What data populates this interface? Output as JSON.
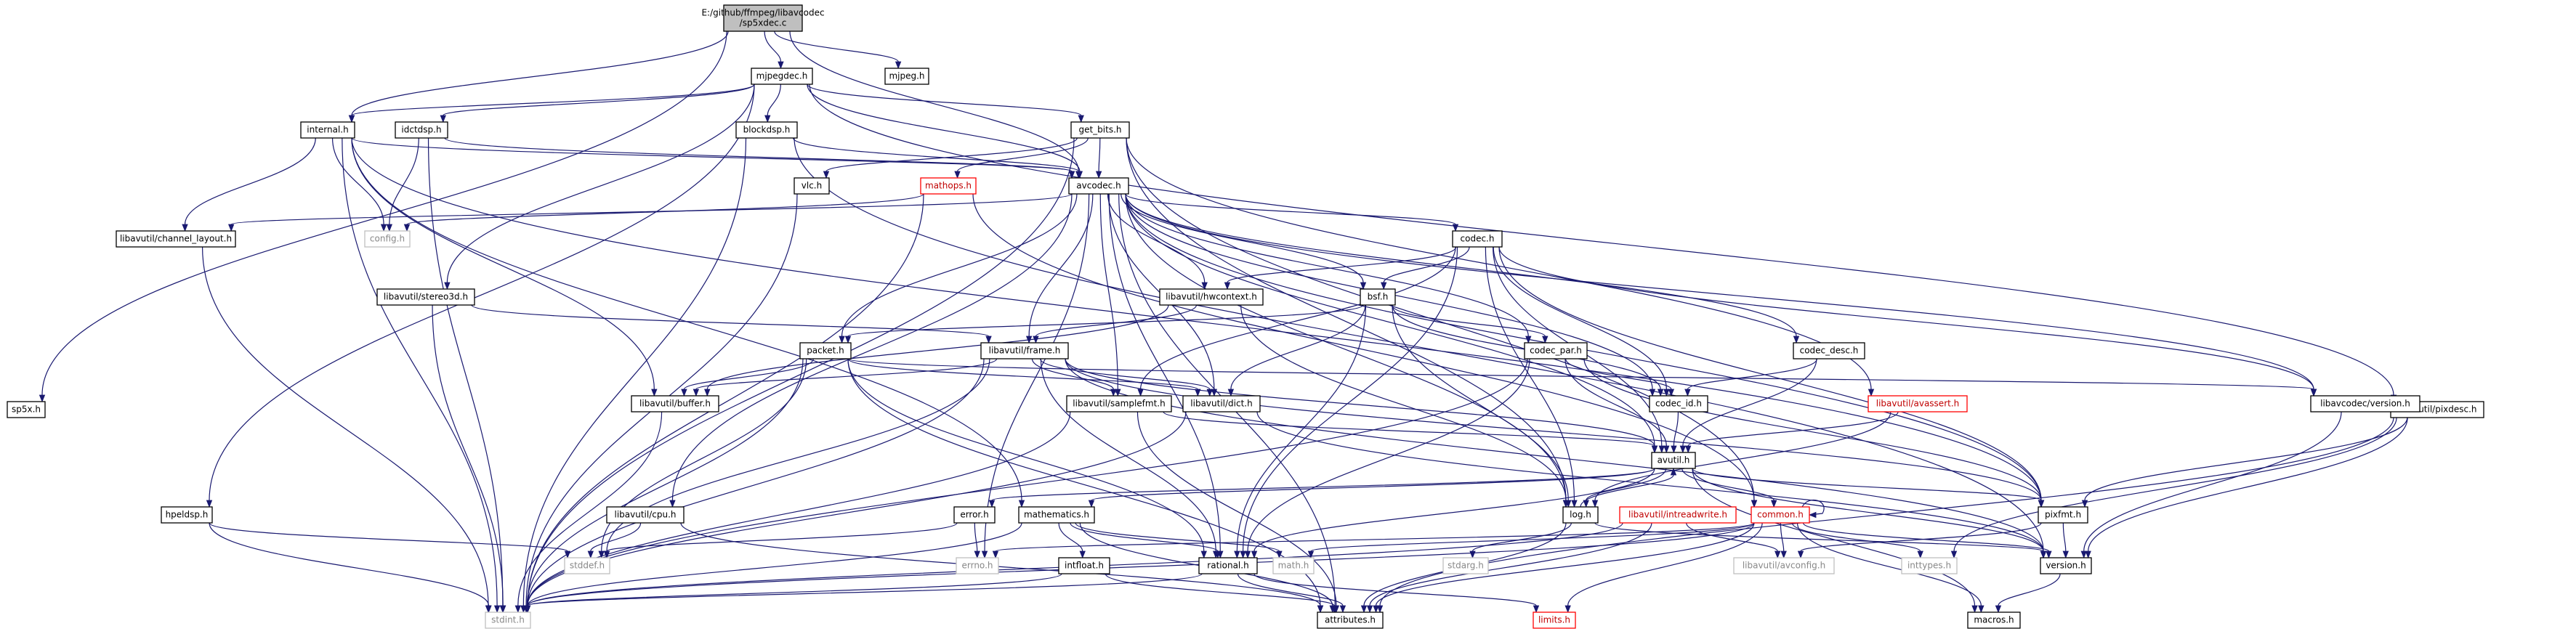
{
  "graph": {
    "root": "E:/github/ffmpeg/libavcodec/sp5xdec.c",
    "colors": {
      "edge": "#191970",
      "root_fill": "#bfbfbf",
      "regular_border": "#000000",
      "missing_border": "#bfbfbf",
      "has_deps_border": "#ff0000"
    },
    "nodes": [
      {
        "id": "root",
        "lines": [
          "E:/github/ffmpeg/libavcodec",
          "/sp5xdec.c"
        ],
        "kind": "root"
      },
      {
        "id": "mjpegdec_h",
        "lines": [
          "mjpegdec.h"
        ],
        "kind": "regular"
      },
      {
        "id": "mjpeg_h",
        "lines": [
          "mjpeg.h"
        ],
        "kind": "regular"
      },
      {
        "id": "sp5x_h",
        "lines": [
          "sp5x.h"
        ],
        "kind": "regular"
      },
      {
        "id": "internal_h",
        "lines": [
          "internal.h"
        ],
        "kind": "regular"
      },
      {
        "id": "idctdsp_h",
        "lines": [
          "idctdsp.h"
        ],
        "kind": "regular"
      },
      {
        "id": "blockdsp_h",
        "lines": [
          "blockdsp.h"
        ],
        "kind": "regular"
      },
      {
        "id": "get_bits_h",
        "lines": [
          "get_bits.h"
        ],
        "kind": "regular"
      },
      {
        "id": "libavutil_pixdesc_h",
        "lines": [
          "libavutil/pixdesc.h"
        ],
        "kind": "regular"
      },
      {
        "id": "vlc_h",
        "lines": [
          "vlc.h"
        ],
        "kind": "regular"
      },
      {
        "id": "mathops_h",
        "lines": [
          "mathops.h"
        ],
        "kind": "has-deps"
      },
      {
        "id": "avcodec_h",
        "lines": [
          "avcodec.h"
        ],
        "kind": "regular"
      },
      {
        "id": "config_h",
        "lines": [
          "config.h"
        ],
        "kind": "missing"
      },
      {
        "id": "libavutil_channel_layout_h",
        "lines": [
          "libavutil/channel_layout.h"
        ],
        "kind": "regular"
      },
      {
        "id": "codec_h",
        "lines": [
          "codec.h"
        ],
        "kind": "regular"
      },
      {
        "id": "libavutil_stereo3d_h",
        "lines": [
          "libavutil/stereo3d.h"
        ],
        "kind": "regular"
      },
      {
        "id": "libavutil_hwcontext_h",
        "lines": [
          "libavutil/hwcontext.h"
        ],
        "kind": "regular"
      },
      {
        "id": "bsf_h",
        "lines": [
          "bsf.h"
        ],
        "kind": "regular"
      },
      {
        "id": "packet_h",
        "lines": [
          "packet.h"
        ],
        "kind": "regular"
      },
      {
        "id": "libavutil_frame_h",
        "lines": [
          "libavutil/frame.h"
        ],
        "kind": "regular"
      },
      {
        "id": "codec_par_h",
        "lines": [
          "codec_par.h"
        ],
        "kind": "regular"
      },
      {
        "id": "codec_desc_h",
        "lines": [
          "codec_desc.h"
        ],
        "kind": "regular"
      },
      {
        "id": "libavutil_buffer_h",
        "lines": [
          "libavutil/buffer.h"
        ],
        "kind": "regular"
      },
      {
        "id": "libavutil_samplefmt_h",
        "lines": [
          "libavutil/samplefmt.h"
        ],
        "kind": "regular"
      },
      {
        "id": "libavutil_dict_h",
        "lines": [
          "libavutil/dict.h"
        ],
        "kind": "regular"
      },
      {
        "id": "codec_id_h",
        "lines": [
          "codec_id.h"
        ],
        "kind": "regular"
      },
      {
        "id": "libavcodec_version_h",
        "lines": [
          "libavcodec/version.h"
        ],
        "kind": "regular"
      },
      {
        "id": "libavutil_avassert_h",
        "lines": [
          "libavutil/avassert.h"
        ],
        "kind": "has-deps"
      },
      {
        "id": "avutil_h",
        "lines": [
          "avutil.h"
        ],
        "kind": "regular"
      },
      {
        "id": "hpeldsp_h",
        "lines": [
          "hpeldsp.h"
        ],
        "kind": "regular"
      },
      {
        "id": "libavutil_cpu_h",
        "lines": [
          "libavutil/cpu.h"
        ],
        "kind": "regular"
      },
      {
        "id": "error_h",
        "lines": [
          "error.h"
        ],
        "kind": "regular"
      },
      {
        "id": "mathematics_h",
        "lines": [
          "mathematics.h"
        ],
        "kind": "regular"
      },
      {
        "id": "log_h",
        "lines": [
          "log.h"
        ],
        "kind": "regular"
      },
      {
        "id": "libavutil_intreadwrite_h",
        "lines": [
          "libavutil/intreadwrite.h"
        ],
        "kind": "has-deps"
      },
      {
        "id": "common_h",
        "lines": [
          "common.h"
        ],
        "kind": "has-deps"
      },
      {
        "id": "pixfmt_h",
        "lines": [
          "pixfmt.h"
        ],
        "kind": "regular"
      },
      {
        "id": "stddef_h",
        "lines": [
          "stddef.h"
        ],
        "kind": "missing"
      },
      {
        "id": "errno_h",
        "lines": [
          "errno.h"
        ],
        "kind": "missing"
      },
      {
        "id": "intfloat_h",
        "lines": [
          "intfloat.h"
        ],
        "kind": "regular"
      },
      {
        "id": "rational_h",
        "lines": [
          "rational.h"
        ],
        "kind": "regular"
      },
      {
        "id": "math_h",
        "lines": [
          "math.h"
        ],
        "kind": "missing"
      },
      {
        "id": "stdarg_h",
        "lines": [
          "stdarg.h"
        ],
        "kind": "missing"
      },
      {
        "id": "libavutil_avconfig_h",
        "lines": [
          "libavutil/avconfig.h"
        ],
        "kind": "missing"
      },
      {
        "id": "inttypes_h",
        "lines": [
          "inttypes.h"
        ],
        "kind": "missing"
      },
      {
        "id": "version_h",
        "lines": [
          "version.h"
        ],
        "kind": "regular"
      },
      {
        "id": "stdint_h",
        "lines": [
          "stdint.h"
        ],
        "kind": "missing"
      },
      {
        "id": "attributes_h",
        "lines": [
          "attributes.h"
        ],
        "kind": "regular"
      },
      {
        "id": "limits_h",
        "lines": [
          "limits.h"
        ],
        "kind": "has-deps"
      },
      {
        "id": "macros_h",
        "lines": [
          "macros.h"
        ],
        "kind": "regular"
      }
    ],
    "edges": [
      [
        "root",
        "mjpegdec_h"
      ],
      [
        "root",
        "mjpeg_h"
      ],
      [
        "root",
        "sp5x_h"
      ],
      [
        "root",
        "internal_h"
      ],
      [
        "root",
        "avcodec_h"
      ],
      [
        "mjpegdec_h",
        "internal_h"
      ],
      [
        "mjpegdec_h",
        "idctdsp_h"
      ],
      [
        "mjpegdec_h",
        "blockdsp_h"
      ],
      [
        "mjpegdec_h",
        "get_bits_h"
      ],
      [
        "mjpegdec_h",
        "libavutil_pixdesc_h"
      ],
      [
        "mjpegdec_h",
        "avcodec_h"
      ],
      [
        "mjpegdec_h",
        "libavutil_stereo3d_h"
      ],
      [
        "mjpegdec_h",
        "hpeldsp_h"
      ],
      [
        "internal_h",
        "config_h"
      ],
      [
        "internal_h",
        "libavutil_channel_layout_h"
      ],
      [
        "internal_h",
        "avcodec_h"
      ],
      [
        "internal_h",
        "libavutil_buffer_h"
      ],
      [
        "internal_h",
        "mathematics_h"
      ],
      [
        "internal_h",
        "stdint_h"
      ],
      [
        "internal_h",
        "pixfmt_h"
      ],
      [
        "idctdsp_h",
        "config_h"
      ],
      [
        "idctdsp_h",
        "avcodec_h"
      ],
      [
        "idctdsp_h",
        "stdint_h"
      ],
      [
        "blockdsp_h",
        "avcodec_h"
      ],
      [
        "blockdsp_h",
        "version_h"
      ],
      [
        "blockdsp_h",
        "stdint_h"
      ],
      [
        "get_bits_h",
        "vlc_h"
      ],
      [
        "get_bits_h",
        "mathops_h"
      ],
      [
        "get_bits_h",
        "avcodec_h"
      ],
      [
        "get_bits_h",
        "stdint_h"
      ],
      [
        "get_bits_h",
        "libavutil_avassert_h"
      ],
      [
        "get_bits_h",
        "common_h"
      ],
      [
        "get_bits_h",
        "log_h"
      ],
      [
        "libavutil_pixdesc_h",
        "pixfmt_h"
      ],
      [
        "libavutil_pixdesc_h",
        "version_h"
      ],
      [
        "libavutil_pixdesc_h",
        "attributes_h"
      ],
      [
        "libavutil_pixdesc_h",
        "inttypes_h"
      ],
      [
        "vlc_h",
        "stdint_h"
      ],
      [
        "mathops_h",
        "config_h"
      ],
      [
        "mathops_h",
        "stdint_h"
      ],
      [
        "mathops_h",
        "common_h"
      ],
      [
        "avcodec_h",
        "codec_h"
      ],
      [
        "avcodec_h",
        "libavutil_hwcontext_h"
      ],
      [
        "avcodec_h",
        "bsf_h"
      ],
      [
        "avcodec_h",
        "packet_h"
      ],
      [
        "avcodec_h",
        "libavutil_frame_h"
      ],
      [
        "avcodec_h",
        "codec_par_h"
      ],
      [
        "avcodec_h",
        "codec_desc_h"
      ],
      [
        "avcodec_h",
        "libavutil_samplefmt_h"
      ],
      [
        "avcodec_h",
        "libavutil_dict_h"
      ],
      [
        "avcodec_h",
        "codec_id_h"
      ],
      [
        "avcodec_h",
        "libavcodec_version_h"
      ],
      [
        "avcodec_h",
        "avutil_h"
      ],
      [
        "avcodec_h",
        "log_h"
      ],
      [
        "avcodec_h",
        "rational_h"
      ],
      [
        "avcodec_h",
        "attributes_h"
      ],
      [
        "avcodec_h",
        "errno_h"
      ],
      [
        "avcodec_h",
        "pixfmt_h"
      ],
      [
        "avcodec_h",
        "libavutil_cpu_h"
      ],
      [
        "avcodec_h",
        "libavutil_channel_layout_h"
      ],
      [
        "libavutil_channel_layout_h",
        "stdint_h"
      ],
      [
        "codec_h",
        "libavutil_hwcontext_h"
      ],
      [
        "codec_h",
        "bsf_h"
      ],
      [
        "codec_h",
        "codec_id_h"
      ],
      [
        "codec_h",
        "libavcodec_version_h"
      ],
      [
        "codec_h",
        "libavutil_samplefmt_h"
      ],
      [
        "codec_h",
        "avutil_h"
      ],
      [
        "codec_h",
        "log_h"
      ],
      [
        "codec_h",
        "pixfmt_h"
      ],
      [
        "codec_h",
        "rational_h"
      ],
      [
        "libavutil_stereo3d_h",
        "libavutil_frame_h"
      ],
      [
        "libavutil_stereo3d_h",
        "stdint_h"
      ],
      [
        "libavutil_hwcontext_h",
        "libavutil_buffer_h"
      ],
      [
        "libavutil_hwcontext_h",
        "libavutil_frame_h"
      ],
      [
        "libavutil_hwcontext_h",
        "log_h"
      ],
      [
        "bsf_h",
        "packet_h"
      ],
      [
        "bsf_h",
        "codec_par_h"
      ],
      [
        "bsf_h",
        "codec_id_h"
      ],
      [
        "bsf_h",
        "libavutil_dict_h"
      ],
      [
        "bsf_h",
        "log_h"
      ],
      [
        "bsf_h",
        "rational_h"
      ],
      [
        "packet_h",
        "libavutil_buffer_h"
      ],
      [
        "packet_h",
        "libavutil_dict_h"
      ],
      [
        "packet_h",
        "libavcodec_version_h"
      ],
      [
        "packet_h",
        "rational_h"
      ],
      [
        "packet_h",
        "attributes_h"
      ],
      [
        "packet_h",
        "stddef_h"
      ],
      [
        "packet_h",
        "stdint_h"
      ],
      [
        "libavutil_frame_h",
        "libavutil_buffer_h"
      ],
      [
        "libavutil_frame_h",
        "libavutil_samplefmt_h"
      ],
      [
        "libavutil_frame_h",
        "libavutil_dict_h"
      ],
      [
        "libavutil_frame_h",
        "avutil_h"
      ],
      [
        "libavutil_frame_h",
        "rational_h"
      ],
      [
        "libavutil_frame_h",
        "pixfmt_h"
      ],
      [
        "libavutil_frame_h",
        "version_h"
      ],
      [
        "libavutil_frame_h",
        "stddef_h"
      ],
      [
        "libavutil_frame_h",
        "stdint_h"
      ],
      [
        "codec_par_h",
        "codec_id_h"
      ],
      [
        "codec_par_h",
        "avutil_h"
      ],
      [
        "codec_par_h",
        "pixfmt_h"
      ],
      [
        "codec_par_h",
        "rational_h"
      ],
      [
        "codec_par_h",
        "stdint_h"
      ],
      [
        "codec_desc_h",
        "codec_id_h"
      ],
      [
        "codec_desc_h",
        "avutil_h"
      ],
      [
        "libavutil_samplefmt_h",
        "avutil_h"
      ],
      [
        "libavutil_samplefmt_h",
        "attributes_h"
      ],
      [
        "libavutil_samplefmt_h",
        "stdint_h"
      ],
      [
        "libavutil_dict_h",
        "stdint_h"
      ],
      [
        "libavutil_dict_h",
        "version_h"
      ],
      [
        "libavutil_buffer_h",
        "stdint_h"
      ],
      [
        "codec_id_h",
        "avutil_h"
      ],
      [
        "libavcodec_version_h",
        "version_h"
      ],
      [
        "libavutil_avassert_h",
        "avutil_h"
      ],
      [
        "libavutil_avassert_h",
        "log_h"
      ],
      [
        "avutil_h",
        "common_h"
      ],
      [
        "avutil_h",
        "error_h"
      ],
      [
        "avutil_h",
        "mathematics_h"
      ],
      [
        "avutil_h",
        "log_h"
      ],
      [
        "avutil_h",
        "pixfmt_h"
      ],
      [
        "avutil_h",
        "rational_h"
      ],
      [
        "avutil_h",
        "version_h"
      ],
      [
        "avutil_h",
        "macros_h"
      ],
      [
        "hpeldsp_h",
        "stdint_h"
      ],
      [
        "hpeldsp_h",
        "stddef_h"
      ],
      [
        "libavutil_cpu_h",
        "stddef_h"
      ],
      [
        "libavutil_cpu_h",
        "attributes_h"
      ],
      [
        "error_h",
        "errno_h"
      ],
      [
        "error_h",
        "stddef_h"
      ],
      [
        "mathematics_h",
        "stdint_h"
      ],
      [
        "mathematics_h",
        "math_h"
      ],
      [
        "mathematics_h",
        "attributes_h"
      ],
      [
        "mathematics_h",
        "rational_h"
      ],
      [
        "mathematics_h",
        "intfloat_h"
      ],
      [
        "log_h",
        "stdarg_h"
      ],
      [
        "log_h",
        "avutil_h"
      ],
      [
        "log_h",
        "attributes_h"
      ],
      [
        "log_h",
        "version_h"
      ],
      [
        "libavutil_intreadwrite_h",
        "stdint_h"
      ],
      [
        "libavutil_intreadwrite_h",
        "libavutil_avconfig_h"
      ],
      [
        "libavutil_intreadwrite_h",
        "attributes_h"
      ],
      [
        "common_h",
        "errno_h"
      ],
      [
        "common_h",
        "inttypes_h"
      ],
      [
        "common_h",
        "limits_h"
      ],
      [
        "common_h",
        "math_h"
      ],
      [
        "common_h",
        "stdint_h"
      ],
      [
        "common_h",
        "attributes_h"
      ],
      [
        "common_h",
        "macros_h"
      ],
      [
        "common_h",
        "version_h"
      ],
      [
        "common_h",
        "libavutil_avconfig_h"
      ],
      [
        "common_h",
        "common_h"
      ],
      [
        "pixfmt_h",
        "libavutil_avconfig_h"
      ],
      [
        "pixfmt_h",
        "version_h"
      ],
      [
        "intfloat_h",
        "stdint_h"
      ],
      [
        "intfloat_h",
        "attributes_h"
      ],
      [
        "rational_h",
        "stdint_h"
      ],
      [
        "rational_h",
        "limits_h"
      ],
      [
        "rational_h",
        "attributes_h"
      ],
      [
        "version_h",
        "macros_h"
      ]
    ]
  }
}
